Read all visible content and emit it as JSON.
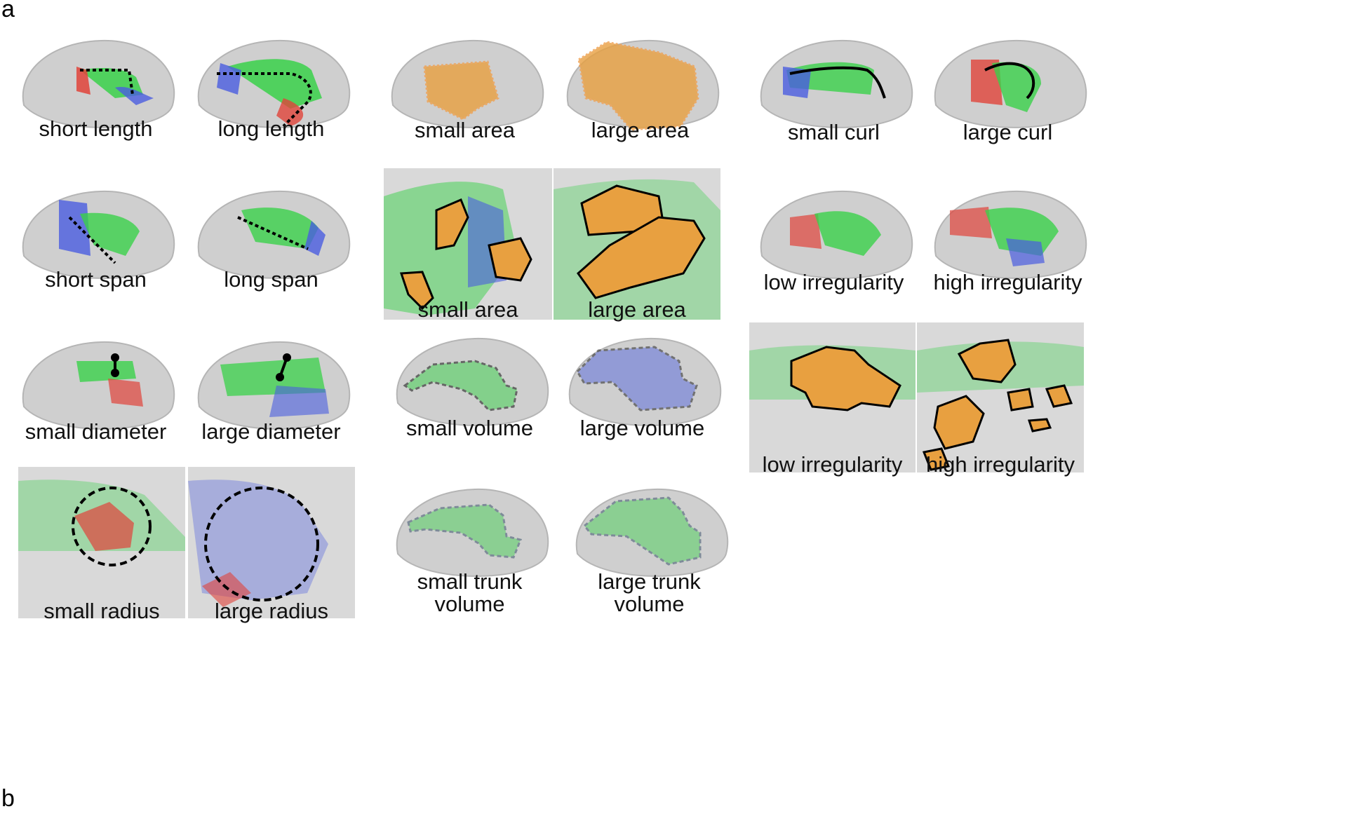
{
  "panel_letters": {
    "a": "a",
    "b": "b"
  },
  "captions": {
    "short_length": "short length",
    "long_length": "long length",
    "small_area_1": "small area",
    "large_area_1": "large area",
    "small_curl": "small curl",
    "large_curl": "large curl",
    "short_span": "short span",
    "long_span": "long span",
    "small_area_2": "small area",
    "large_area_2": "large area",
    "low_irregularity_1": "low irregularity",
    "high_irregularity_1": "high irregularity",
    "small_diameter": "small diameter",
    "large_diameter": "large diameter",
    "small_volume": "small volume",
    "large_volume": "large volume",
    "low_irregularity_2": "low irregularity",
    "high_irregularity_2": "high irregularity",
    "small_radius": "small radius",
    "large_radius": "large radius",
    "small_trunk_volume_l1": "small trunk",
    "small_trunk_volume_l2": "volume",
    "large_trunk_volume_l1": "large trunk",
    "large_trunk_volume_l2": "volume"
  },
  "colors": {
    "brain": "#cfcfcf",
    "brain_edge": "#b5b5b5",
    "fiber_green": "#39d14a",
    "fiber_blue": "#4a5de0",
    "fiber_red": "#e0433a",
    "fiber_orange": "#e8a040",
    "area_outline": "#f0a050",
    "outline_black": "#000000"
  }
}
